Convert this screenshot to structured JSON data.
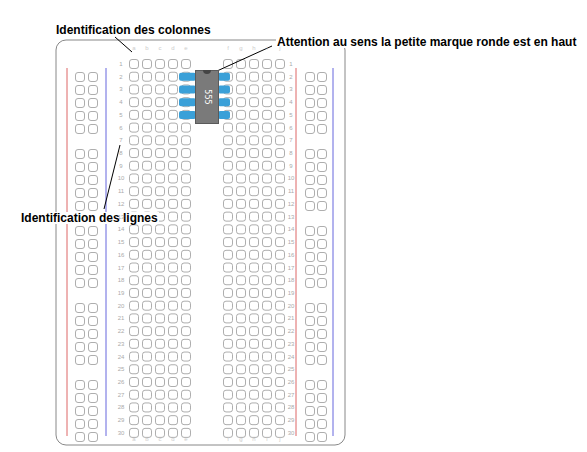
{
  "diagram": {
    "nodes": [
      {
        "text": [
          "555"
        ]
      }
    ],
    "labels": [
      "Identification des colonnes",
      "Attention au sens la petite marque ronde est en haut",
      "Identification des lignes",
      "a",
      "b",
      "c",
      "d",
      "e",
      "f",
      "g",
      "h",
      "i",
      "j",
      "a",
      "b",
      "c",
      "d",
      "e",
      "f",
      "g",
      "h",
      "i",
      "j",
      "1",
      "2",
      "3",
      "4",
      "5",
      "6",
      "7",
      "8",
      "9",
      "10",
      "11",
      "12",
      "13",
      "14",
      "15",
      "16",
      "17",
      "18",
      "19",
      "20",
      "21",
      "22",
      "23",
      "24",
      "25",
      "26",
      "27",
      "28",
      "29",
      "30",
      "1",
      "2",
      "3",
      "4",
      "5",
      "6",
      "7",
      "8",
      "9",
      "10",
      "11",
      "12",
      "13",
      "14",
      "15",
      "16",
      "17",
      "18",
      "19",
      "20",
      "21",
      "22",
      "23",
      "24",
      "25",
      "26",
      "27",
      "28",
      "29",
      "30"
    ]
  }
}
